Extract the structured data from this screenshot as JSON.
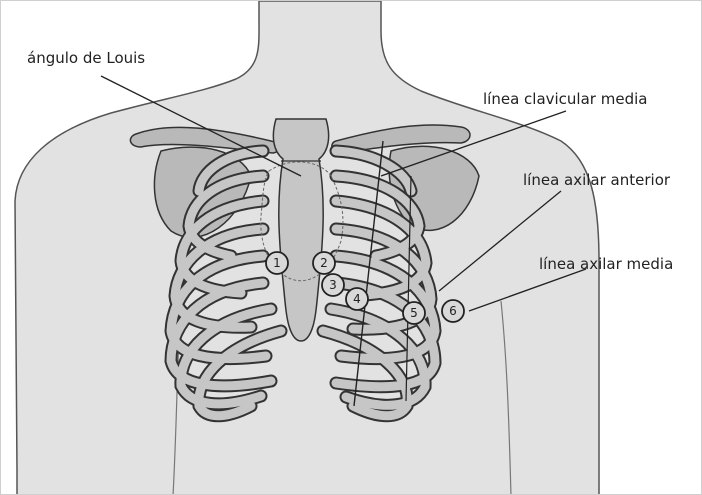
{
  "labels": {
    "angulo": "ángulo de Louis",
    "clavicular": "línea clavicular media",
    "axilar_anterior": "línea axilar anterior",
    "axilar_media": "línea axilar media"
  },
  "electrodes": [
    "1",
    "2",
    "3",
    "4",
    "5",
    "6"
  ],
  "colors": {
    "skin": "#e2e2e2",
    "bone": "#b9b9b9",
    "outline": "#333333"
  }
}
